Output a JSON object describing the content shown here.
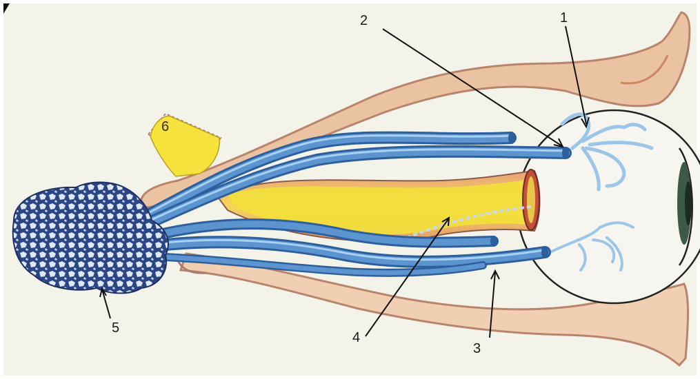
{
  "labels": {
    "l1": "1",
    "l2": "2",
    "l3": "3",
    "l4": "4",
    "l5": "5",
    "l6": "6"
  },
  "colors": {
    "paper": "#f4f3ea",
    "bone": "#eac4a2",
    "bone_edge": "#b9846b",
    "vein": "#4f86c4",
    "vein_light": "#9cc5ea",
    "vein_dark": "#2c5f9c",
    "nerve": "#f2e03a",
    "muscle": "#e8a07a",
    "plexus": "#27407c",
    "iris": "#3c5a46"
  }
}
